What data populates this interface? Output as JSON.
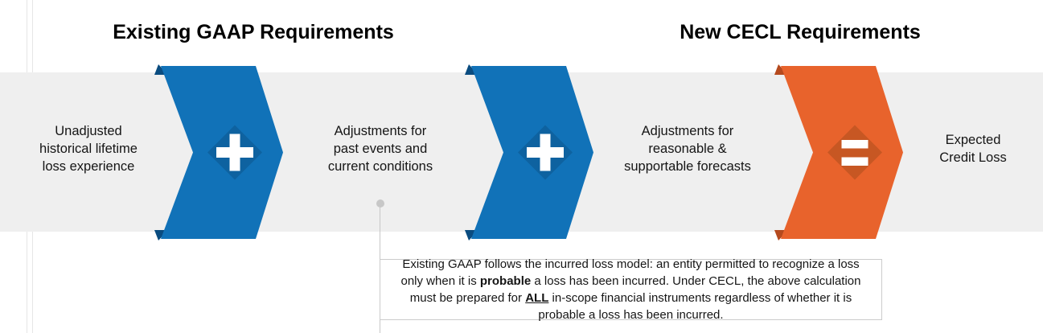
{
  "page": {
    "background_color": "#ffffff",
    "band_color": "#efefef",
    "edge_line_color": "#e6e6e6"
  },
  "titles": {
    "left": "Existing GAAP Requirements",
    "right": "New CECL Requirements"
  },
  "steps": [
    {
      "label": "Unadjusted\nhistorical lifetime\nloss experience"
    },
    {
      "label": "Adjustments for\npast events and\ncurrent conditions"
    },
    {
      "label": "Adjustments for\nreasonable &\nsupportable forecasts"
    },
    {
      "label": "Expected\nCredit Loss"
    }
  ],
  "chevrons": [
    {
      "symbol": "plus",
      "body_color": "#1172b8",
      "diamond_color": "#0e62a0",
      "fold_color": "#0a4c80",
      "symbol_color": "#ffffff"
    },
    {
      "symbol": "plus",
      "body_color": "#1172b8",
      "diamond_color": "#0e62a0",
      "fold_color": "#0a4c80",
      "symbol_color": "#ffffff"
    },
    {
      "symbol": "equals",
      "body_color": "#e8632c",
      "diamond_color": "#c75723",
      "fold_color": "#b54a1e",
      "symbol_color": "#ffffff"
    }
  ],
  "connector": {
    "color": "#c7c7c7"
  },
  "note": {
    "border_color": "#cbcbcb",
    "segments": [
      {
        "text": "Existing GAAP follows the incurred loss model: an entity permitted to recognize a loss only when it is "
      },
      {
        "text": "probable"
      },
      {
        "text": " a loss has been incurred. Under CECL, the above calculation must be prepared for "
      },
      {
        "text": "ALL"
      },
      {
        "text": " in-scope financial instruments regardless of whether it is probable a loss has been incurred."
      }
    ]
  }
}
